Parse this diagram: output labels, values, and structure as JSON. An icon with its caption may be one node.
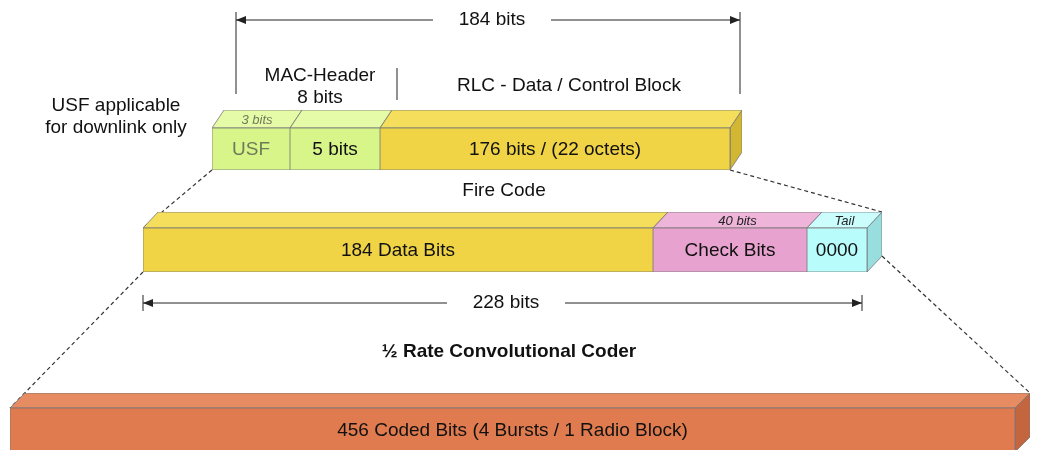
{
  "diagram": {
    "nodes": [
      {
        "text": [
          "3 bits",
          "USF"
        ]
      },
      {
        "text": [
          "5 bits"
        ]
      },
      {
        "text": [
          "176 bits / (22 octets)"
        ]
      },
      {
        "text": [
          "184 Data Bits"
        ]
      },
      {
        "text": [
          "40 bits",
          "Check Bits"
        ]
      },
      {
        "text": [
          "Tail",
          "0000"
        ]
      },
      {
        "text": [
          "456 Coded Bits (4 Bursts / 1 Radio Block)"
        ]
      }
    ],
    "edges": [
      {
        "from": 0,
        "to": 3,
        "arrow": "none",
        "style": "dashed"
      },
      {
        "from": 2,
        "to": 5,
        "arrow": "none",
        "style": "dashed"
      },
      {
        "from": 3,
        "to": 6,
        "arrow": "none",
        "style": "dashed"
      },
      {
        "from": 5,
        "to": 6,
        "arrow": "none",
        "style": "dashed"
      }
    ],
    "labels": [
      "184 bits",
      "MAC-Header 8 bits",
      "RLC - Data / Control Block",
      "USF applicable for downlink only",
      "Fire Code",
      "228 bits",
      "½ Rate Convolutional Coder"
    ]
  }
}
